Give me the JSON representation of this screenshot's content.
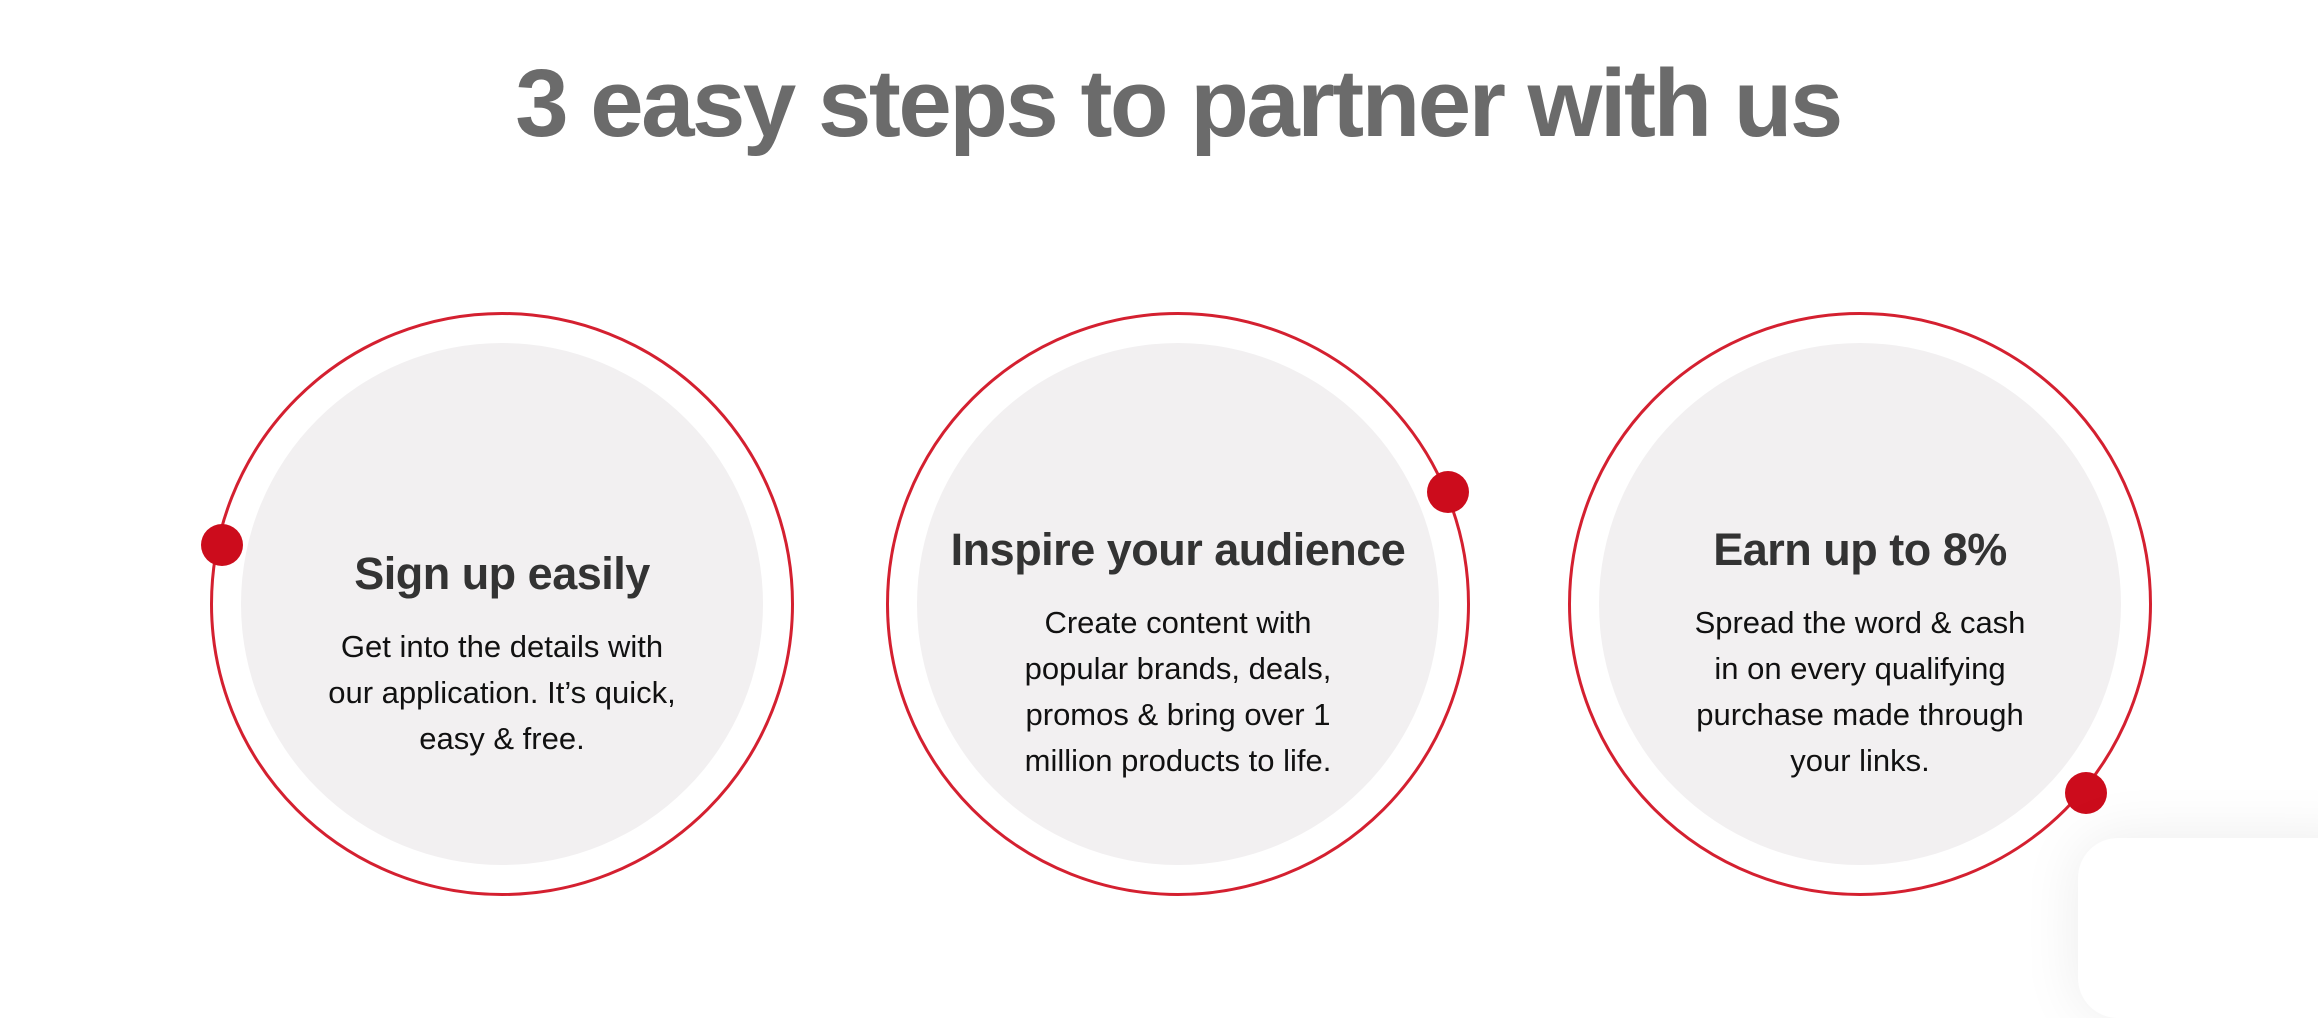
{
  "header": {
    "title": "3 easy steps to partner with us"
  },
  "colors": {
    "accent": "#cc0c1c",
    "ring": "#d42030",
    "disc": "#f2f0f1",
    "title": "#6b6b6b",
    "step_title": "#333333",
    "step_text": "#111111"
  },
  "steps": [
    {
      "title": "Sign up easily",
      "lines": [
        "Get into the details with",
        "our application. It’s quick,",
        "easy & free."
      ]
    },
    {
      "title": "Inspire your audience",
      "lines": [
        "Create content with",
        "popular brands, deals,",
        "promos & bring over 1",
        "million products to life."
      ]
    },
    {
      "title": "Earn up to 8%",
      "lines": [
        "Spread the word & cash",
        "in on every qualifying",
        "purchase made through",
        "your links."
      ]
    }
  ]
}
